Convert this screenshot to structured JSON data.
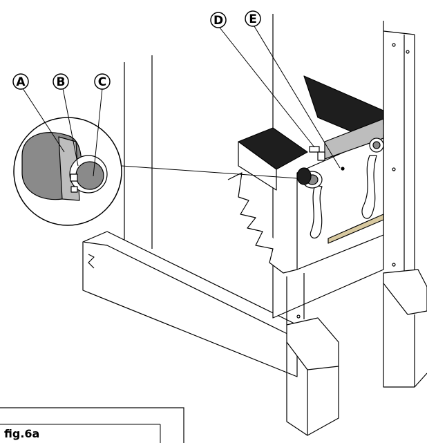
{
  "figure": {
    "caption": "fig.6a",
    "callouts": [
      {
        "id": "A",
        "label": "A"
      },
      {
        "id": "B",
        "label": "B"
      },
      {
        "id": "C",
        "label": "C"
      },
      {
        "id": "D",
        "label": "D"
      },
      {
        "id": "E",
        "label": "E"
      }
    ]
  },
  "colors": {
    "line": "#000000",
    "dark_fill": "#1e1e1e",
    "mid_gray": "#8a8a8a",
    "light_gray": "#bdbdbd",
    "paper": "#ffffff",
    "tan_strip": "#d8c9a0"
  }
}
